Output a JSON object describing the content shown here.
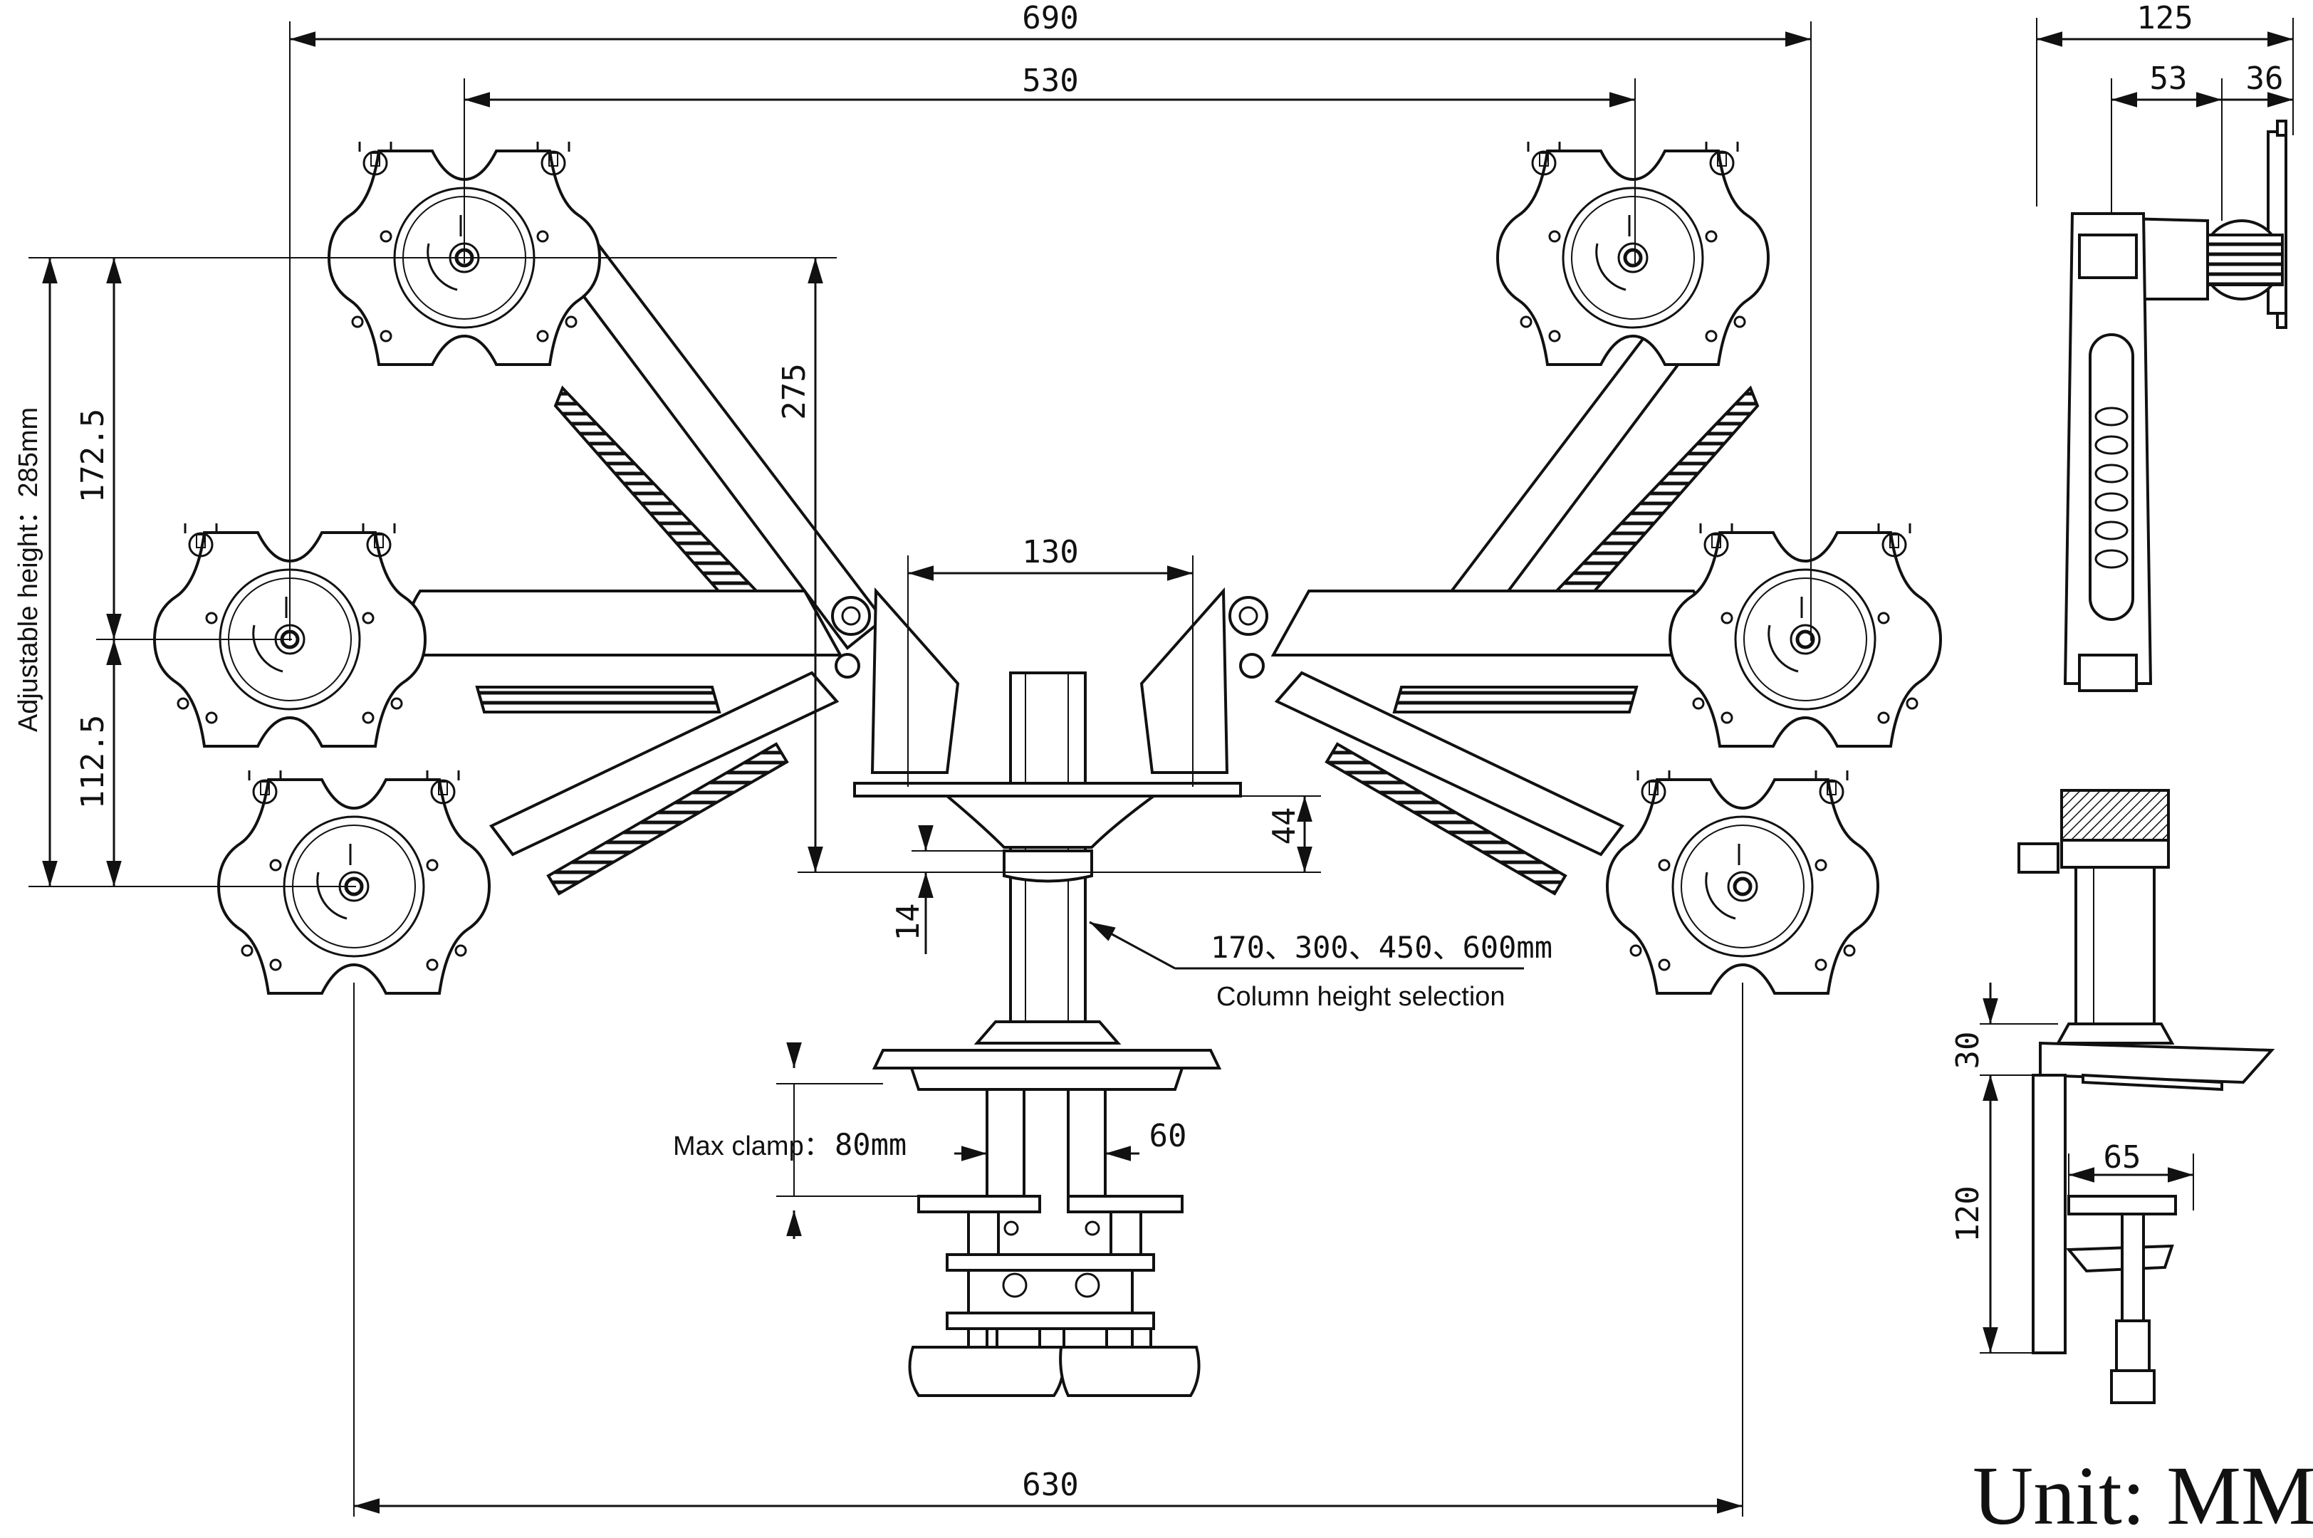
{
  "dimensions": {
    "overall_width": "690",
    "pole_span": "530",
    "arm_height": "275",
    "center_span": "130",
    "base_offset": "44",
    "collar_offset": "14",
    "adjustable_upper": "172.5",
    "adjustable_lower": "112.5",
    "base_width": "630",
    "clamp_pad": "60",
    "side_depth": "125",
    "side_arm": "53",
    "side_plate": "36",
    "side_base": "30",
    "side_clamp_height": "120",
    "side_clamp_width": "65"
  },
  "labels": {
    "adjustable_height": "Adjustable height：285mm",
    "column_heights": "170、300、450、600mm",
    "column_selection": "Column height selection",
    "max_clamp_prefix": "Max clamp：",
    "max_clamp_value": "80mm",
    "unit": "Unit: MM"
  }
}
